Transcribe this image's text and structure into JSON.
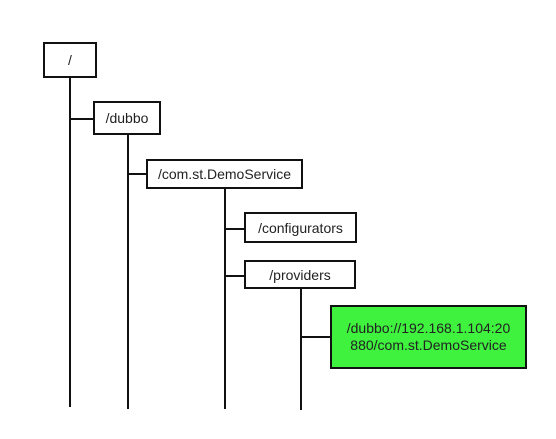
{
  "diagram": {
    "nodes": {
      "root": {
        "label": "/"
      },
      "dubbo": {
        "label": "/dubbo"
      },
      "service": {
        "label": "/com.st.DemoService"
      },
      "configurators": {
        "label": "/configurators"
      },
      "providers": {
        "label": "/providers"
      },
      "provider_url": {
        "line1": "/dubbo://192.168.1.104:20",
        "line2": "880/com.st.DemoService"
      }
    },
    "colors": {
      "line": "#111111",
      "node_border": "#111111",
      "leaf_fill": "#3ef23e"
    }
  }
}
